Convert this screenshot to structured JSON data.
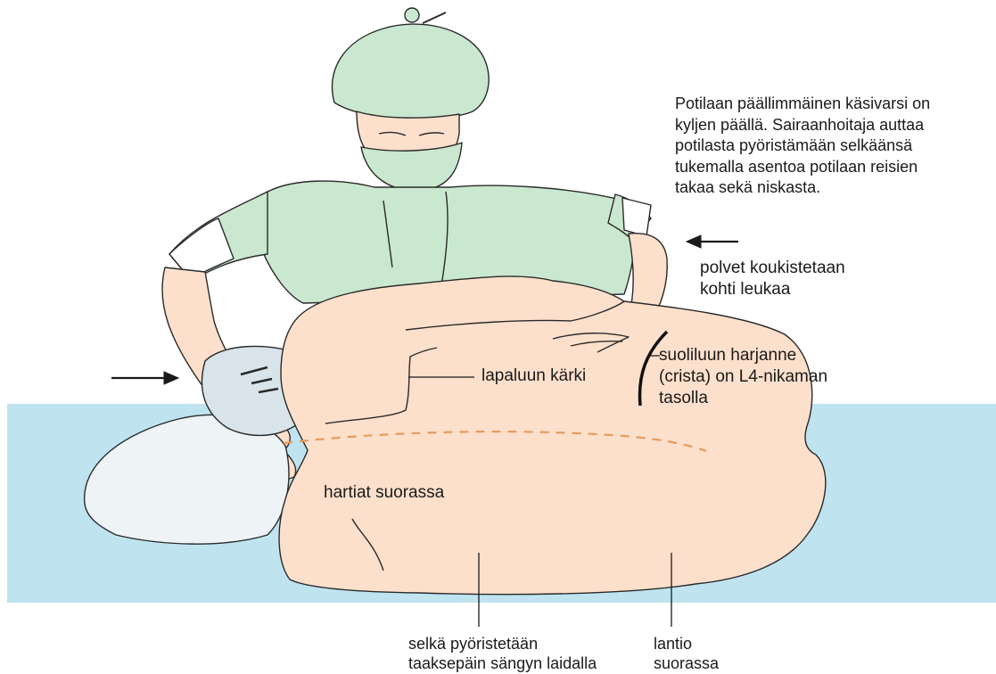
{
  "labels": {
    "instruction": "Potilaan päällimmäinen käsivarsi on\nkyljen päällä. Sairaanhoitaja auttaa\npotilasta pyöristämään selkäänsä\ntukemalla asentoa potilaan reisien\ntakaa sekä niskasta.",
    "knees": "polvet koukistetaan\nkohti leukaa",
    "iliac_crest": "suoliluun harjanne\n(crista) on L4-nikaman\ntasolla",
    "scapula_tip": "lapaluun kärki",
    "shoulders": "hartiat suorassa",
    "back": "selkä pyöristetään\ntaaksepäin sängyn laidalla",
    "pelvis": "lantio\nsuorassa"
  },
  "colors": {
    "bed": "#bfe4f0",
    "skin": "#fde0cc",
    "scrubs": "#c9e8cf",
    "outline": "#2a2a2a",
    "spine_marker": "#e89a5c"
  }
}
